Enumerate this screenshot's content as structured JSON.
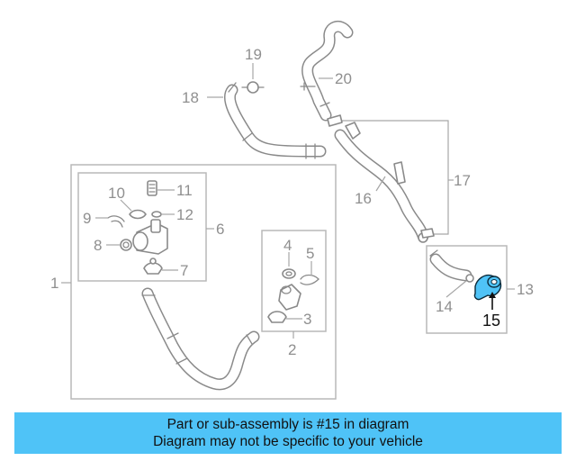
{
  "diagram": {
    "callouts": {
      "c1": "1",
      "c2": "2",
      "c3": "3",
      "c4": "4",
      "c5": "5",
      "c6": "6",
      "c7": "7",
      "c8": "8",
      "c9": "9",
      "c10": "10",
      "c11": "11",
      "c12": "12",
      "c13": "13",
      "c14": "14",
      "c15": "15",
      "c16": "16",
      "c17": "17",
      "c18": "18",
      "c19": "19",
      "c20": "20"
    },
    "highlighted_part": "15",
    "highlight_color": "#4fc3f7"
  },
  "banner": {
    "line1": "Part or sub-assembly is #15 in diagram",
    "line2": "Diagram may not be specific to your vehicle",
    "background": "#4fc3f7"
  }
}
